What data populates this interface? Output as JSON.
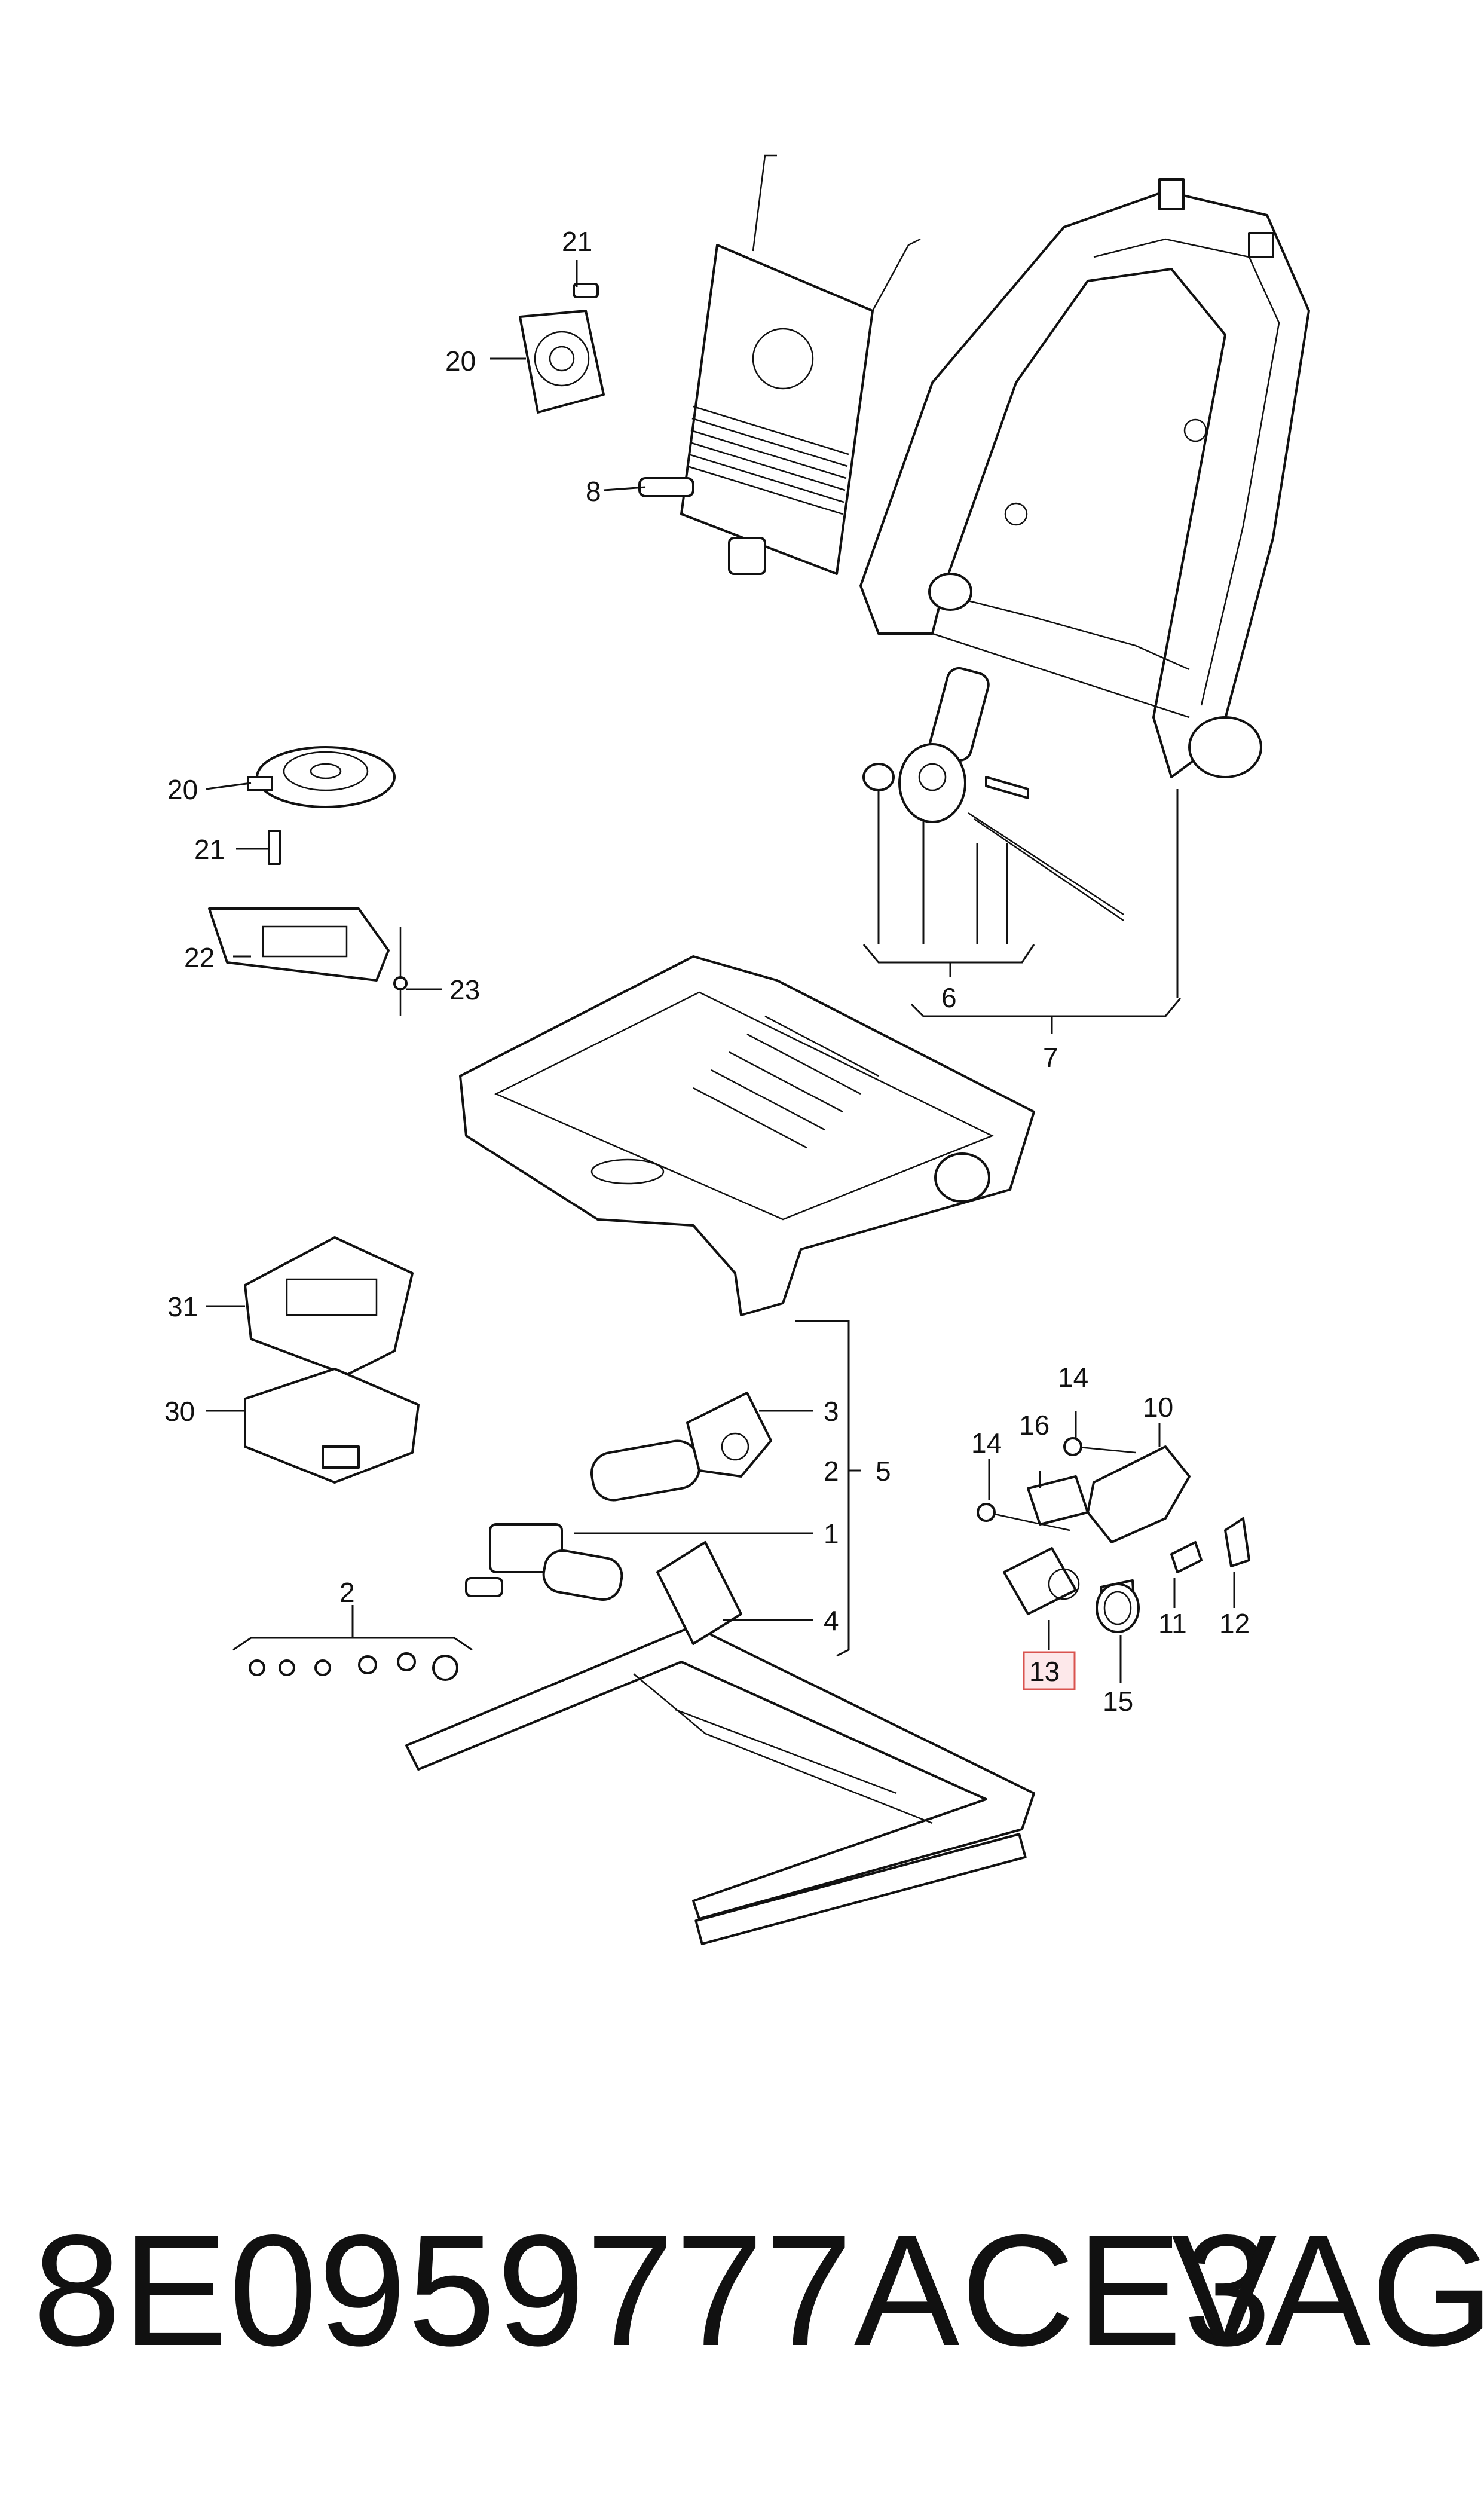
{
  "diagram": {
    "callouts": [
      {
        "id": "c21a",
        "label": "21"
      },
      {
        "id": "c20a",
        "label": "20"
      },
      {
        "id": "c8",
        "label": "8"
      },
      {
        "id": "c20b",
        "label": "20"
      },
      {
        "id": "c21b",
        "label": "21"
      },
      {
        "id": "c22",
        "label": "22"
      },
      {
        "id": "c23",
        "label": "23"
      },
      {
        "id": "c6",
        "label": "6"
      },
      {
        "id": "c7",
        "label": "7"
      },
      {
        "id": "c31",
        "label": "31"
      },
      {
        "id": "c30",
        "label": "30"
      },
      {
        "id": "c3",
        "label": "3"
      },
      {
        "id": "c2a",
        "label": "2"
      },
      {
        "id": "c5",
        "label": "5"
      },
      {
        "id": "c1",
        "label": "1"
      },
      {
        "id": "c4",
        "label": "4"
      },
      {
        "id": "c2b",
        "label": "2"
      },
      {
        "id": "c14a",
        "label": "14"
      },
      {
        "id": "c16",
        "label": "16"
      },
      {
        "id": "c10",
        "label": "10"
      },
      {
        "id": "c14b",
        "label": "14"
      },
      {
        "id": "c11",
        "label": "11"
      },
      {
        "id": "c12",
        "label": "12"
      },
      {
        "id": "c13",
        "label": "13"
      },
      {
        "id": "c15",
        "label": "15"
      }
    ],
    "highlighted_callout": "13",
    "highlight_color": "#d9534f"
  },
  "footer": {
    "part_number": "8E0959777ACE3",
    "brand": "VAG"
  }
}
